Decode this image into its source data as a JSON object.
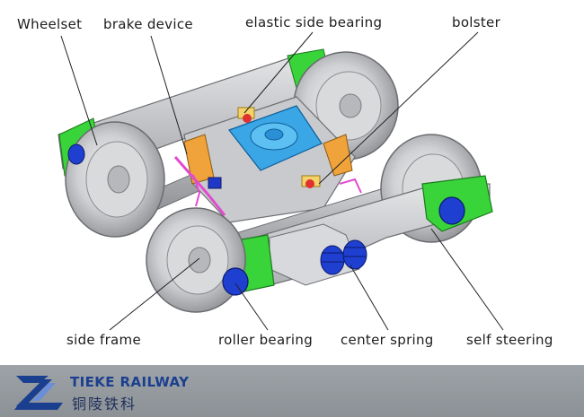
{
  "labels": {
    "wheelset": "Wheelset",
    "brake_device": "brake device",
    "elastic_side_bearing": "elastic side bearing",
    "bolster": "bolster",
    "side_frame": "side frame",
    "roller_bearing": "roller bearing",
    "center_spring": "center spring",
    "self_steering": "self steering"
  },
  "brand": {
    "name": "TIEKE RAILWAY",
    "name_cn": "铜陵铁科"
  },
  "colors": {
    "frame_gray": "#c8c9cc",
    "green_adapter": "#39d33a",
    "bearing_blue": "#1f3fd0",
    "bolster_blue": "#3aa6e6",
    "footer_gray": "#969ba0",
    "brand_blue": "#1b3f8f"
  }
}
